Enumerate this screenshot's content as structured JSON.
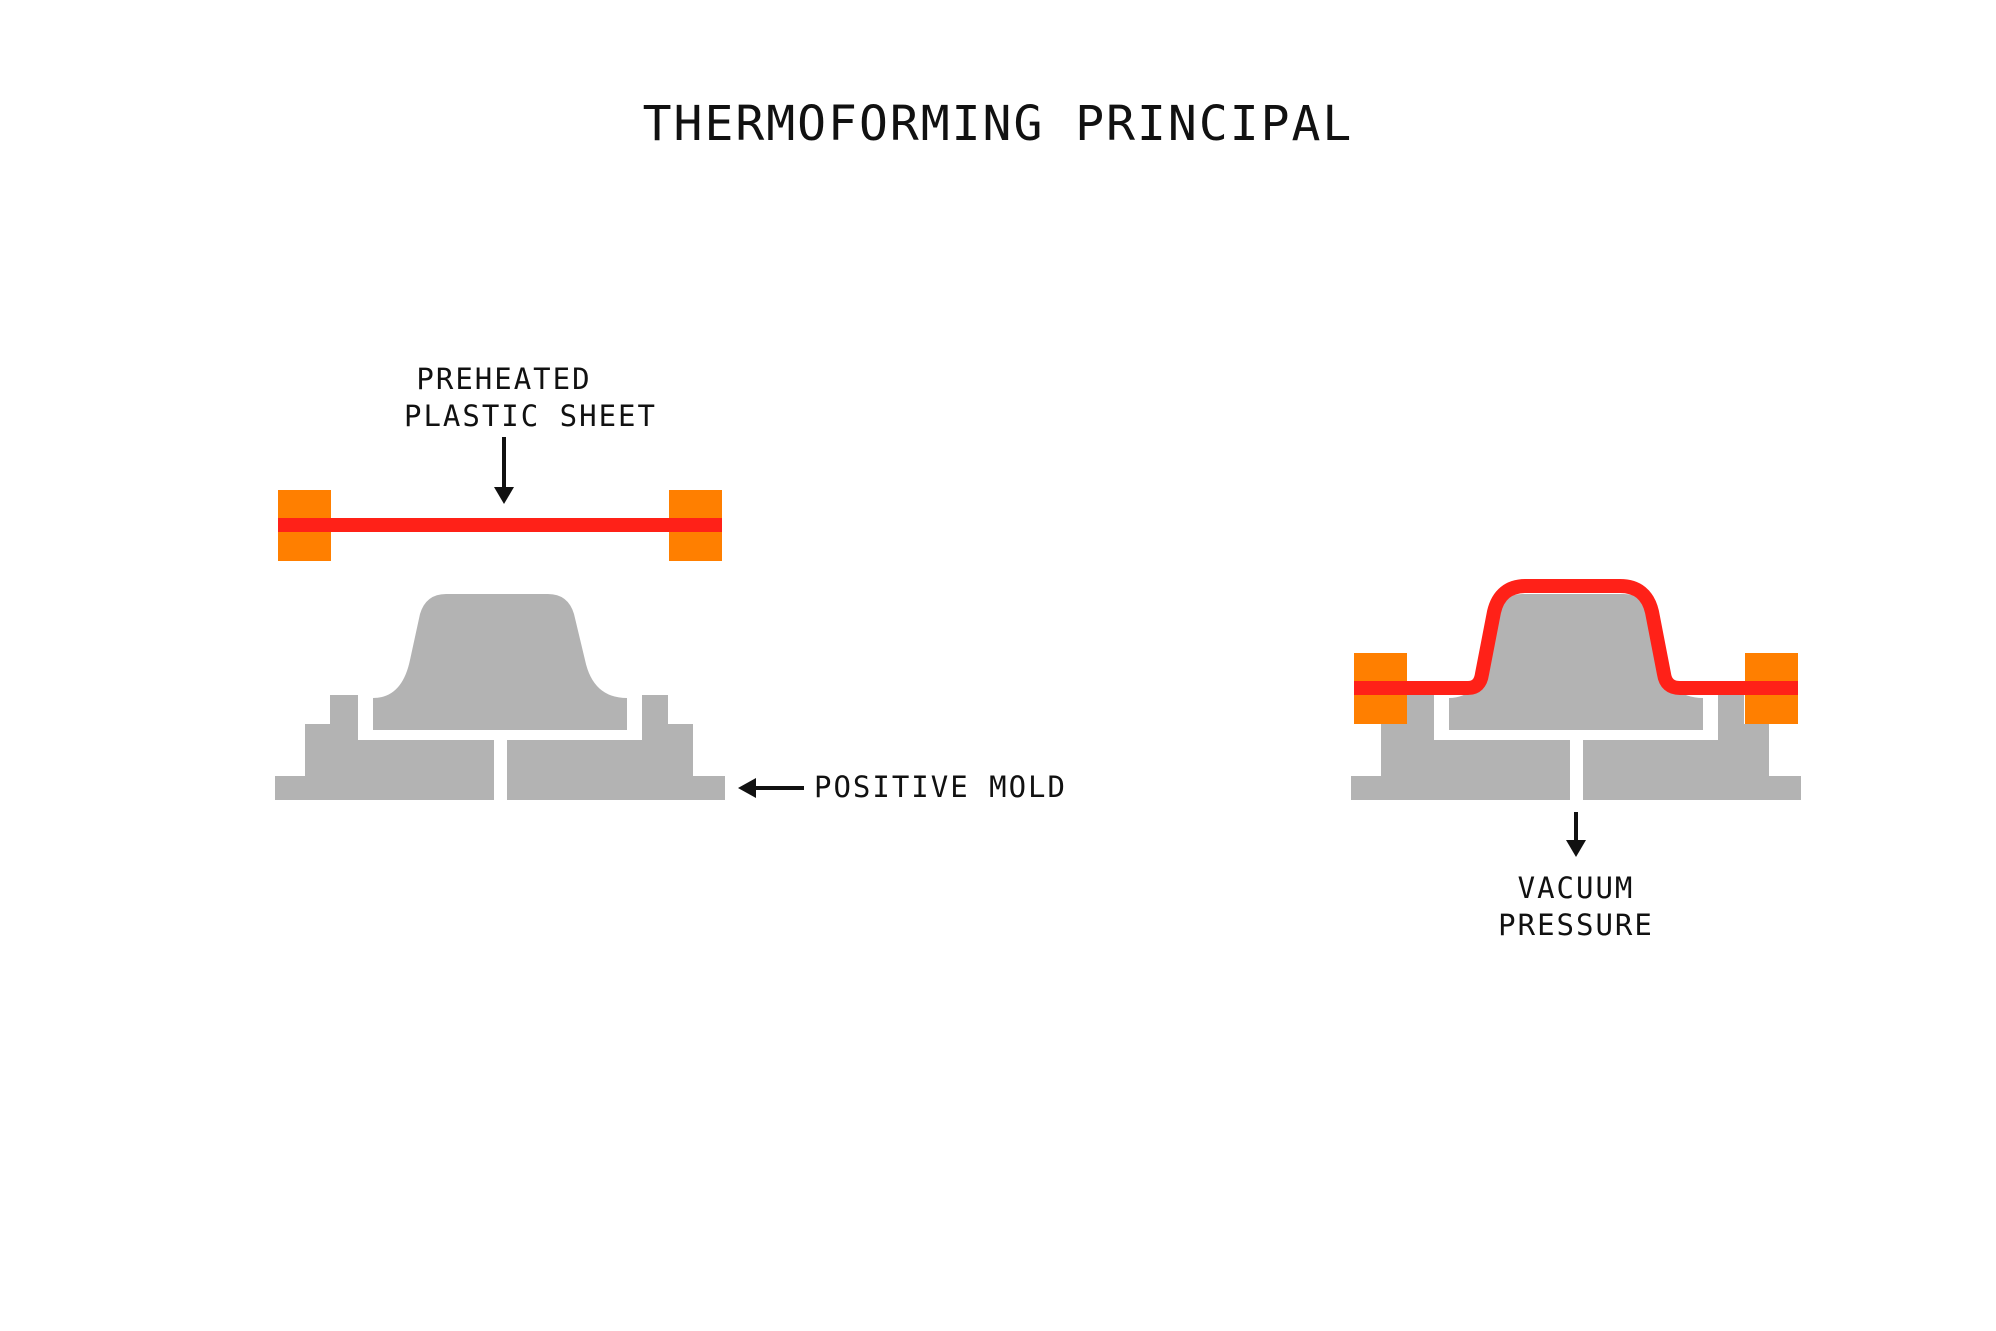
{
  "title": "THERMOFORMING PRINCIPAL",
  "labels": {
    "sheet_line1": "PREHEATED",
    "sheet_line2": "PLASTIC SHEET",
    "mold": "POSITIVE MOLD",
    "vacuum_line1": "VACUUM",
    "vacuum_line2": "PRESSURE"
  },
  "colors": {
    "sheet": "#ff2118",
    "clamp": "#ff7f00",
    "mold": "#b3b3b3",
    "text": "#111111",
    "background": "#ffffff"
  }
}
